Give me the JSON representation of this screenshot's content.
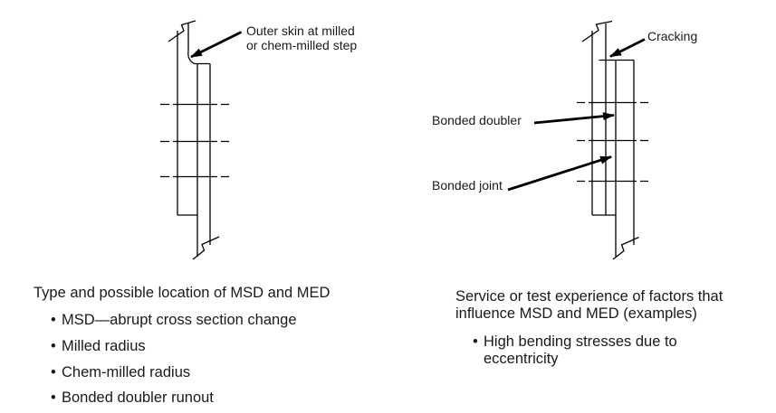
{
  "bullet_glyph": "•",
  "left": {
    "label_outer_skin": "Outer skin at milled\nor chem-milled step",
    "caption": "Type and possible location of MSD and MED",
    "bullets": [
      "MSD—abrupt cross section change",
      "Milled radius",
      "Chem-milled radius",
      "Bonded doubler runout"
    ]
  },
  "right": {
    "label_cracking": "Cracking",
    "label_bonded_doubler": "Bonded doubler",
    "label_bonded_joint": "Bonded joint",
    "caption": "Service or test experience of factors that\ninfluence MSD and MED (examples)",
    "bullets": [
      "High bending stresses due to\neccentricity"
    ]
  }
}
